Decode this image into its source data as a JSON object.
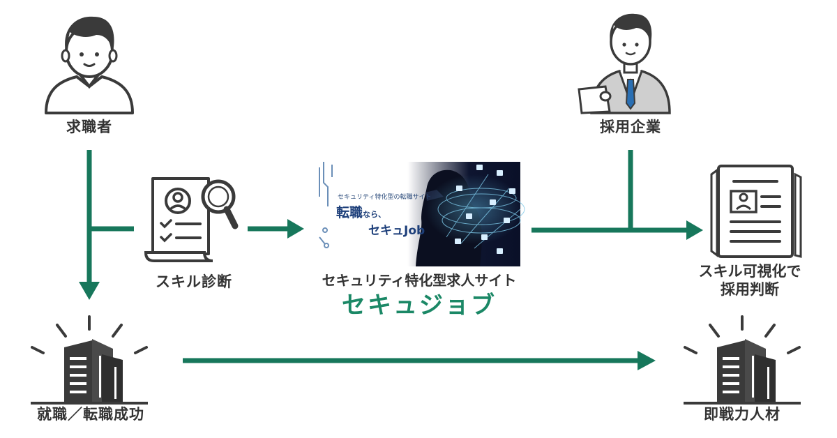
{
  "nodes": {
    "job_seeker": "求職者",
    "employer": "採用企業",
    "skill_diagnosis": "スキル診断",
    "site_title": "セキュリティ特化型求人サイト",
    "site_brand": "セキュジョブ",
    "skill_visual_line1": "スキル可視化で",
    "skill_visual_line2": "採用判断",
    "success": "就職／転職成功",
    "talent": "即戦力人材"
  },
  "banner": {
    "small_caption": "セキュリティ特化型の転職サイト",
    "headline_big": "転職",
    "headline_small": "なら、",
    "brand_line": "セキュJob"
  },
  "colors": {
    "arrow": "#17775b",
    "brand": "#1b8866",
    "icon_dark": "#3a3a3a",
    "skin": "#ffffff",
    "label_text": "#333333"
  },
  "icons": {
    "job_seeker": "person-icon",
    "employer": "businessman-icon",
    "skill_diagnosis": "document-magnifier-icon",
    "skill_visual": "resume-document-icon",
    "success": "office-building-icon",
    "talent": "office-building-icon"
  }
}
